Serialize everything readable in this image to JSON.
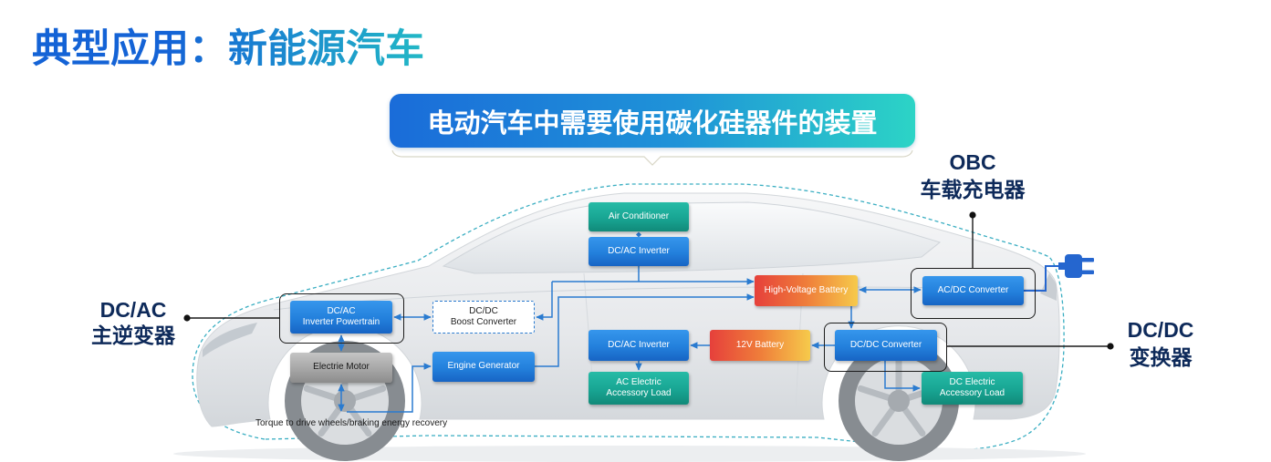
{
  "title": "典型应用：新能源汽车",
  "banner": {
    "text": "电动汽车中需要使用碳化硅器件的装置"
  },
  "callouts": {
    "obc": {
      "lines": [
        "OBC",
        "车载充电器"
      ]
    },
    "main_inverter": {
      "lines": [
        "DC/AC",
        "主逆变器"
      ]
    },
    "dcdc": {
      "lines": [
        "DC/DC",
        "变换器"
      ]
    }
  },
  "blocks": {
    "air_conditioner": {
      "lines": [
        "Air Conditioner"
      ]
    },
    "ac_inverter": {
      "lines": [
        "DC/AC Inverter"
      ]
    },
    "hv_battery": {
      "lines": [
        "High-Voltage Battery"
      ]
    },
    "acdc_converter": {
      "lines": [
        "AC/DC Converter"
      ]
    },
    "inverter_powertrain": {
      "lines": [
        "DC/AC",
        "Inverter Powertrain"
      ]
    },
    "boost_converter": {
      "lines": [
        "DC/DC",
        "Boost Converter"
      ]
    },
    "electric_motor": {
      "lines": [
        "Electrie Motor"
      ]
    },
    "engine_generator": {
      "lines": [
        "Engine Generator"
      ]
    },
    "accessory_inverter": {
      "lines": [
        "DC/AC Inverter"
      ]
    },
    "lv_battery": {
      "lines": [
        "12V Battery"
      ]
    },
    "dcdc_converter": {
      "lines": [
        "DC/DC Converter"
      ]
    },
    "ac_accessory_load": {
      "lines": [
        "AC Electric",
        "Accessory Load"
      ]
    },
    "dc_accessory_load": {
      "lines": [
        "DC Electric",
        "Accessory Load"
      ]
    }
  },
  "torque_note": "Torque to drive wheels/braking energy recovery",
  "icons": {
    "charger": "plug-icon"
  },
  "colors": {
    "title_start": "#1463d6",
    "title_end": "#22b8c6",
    "banner_start": "#1a6cd9",
    "banner_end": "#2cd4c6",
    "block_blue": "#2380dc",
    "block_teal": "#18a593",
    "block_gray": "#a6a6a6",
    "battery_start": "#e6403b",
    "battery_end": "#f6ca4b",
    "connector": "#2a7bd0",
    "callout_text": "#0e2a5a",
    "outline": "#3aaec2"
  }
}
